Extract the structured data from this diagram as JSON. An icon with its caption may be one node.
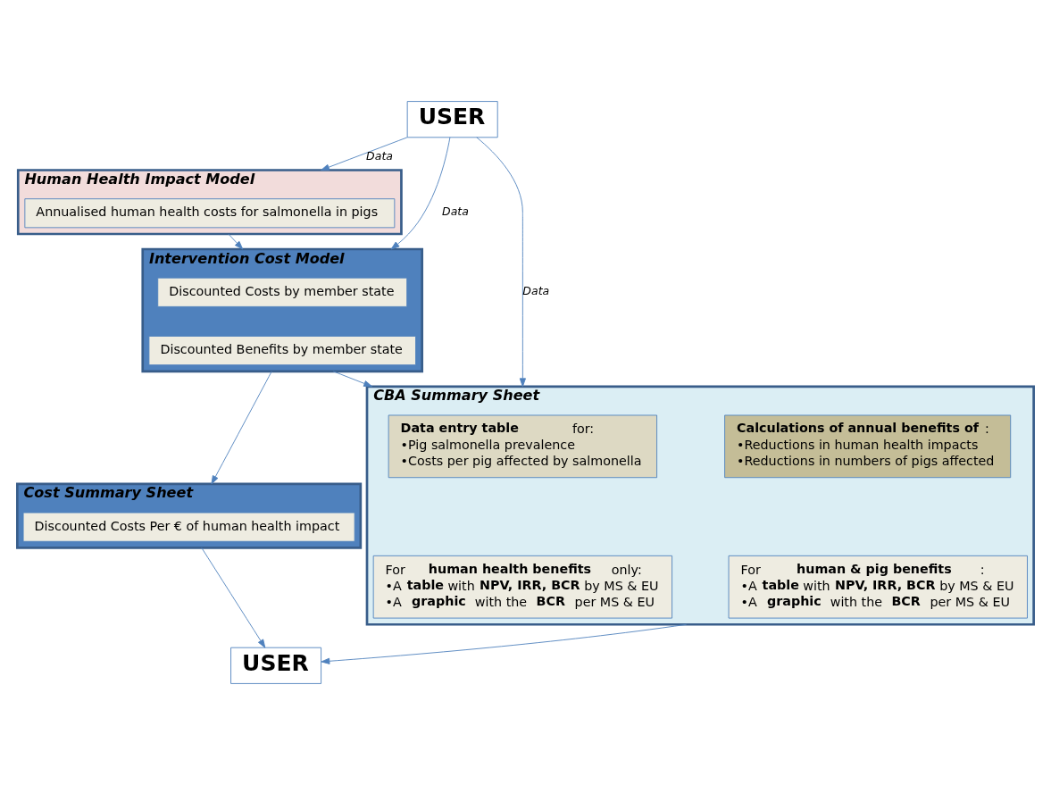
{
  "diagram": {
    "nodes": [
      {
        "text": [
          "USER"
        ]
      },
      {
        "text": [
          "Human Health Impact Model"
        ]
      },
      {
        "text": [
          "Annualised human health costs for salmonella in pigs"
        ],
        "in": 1
      },
      {
        "text": [
          "Intervention Cost Model"
        ]
      },
      {
        "text": [
          "Discounted Costs by member state"
        ],
        "in": 3
      },
      {
        "text": [
          "Discounted Benefits by member state"
        ],
        "in": 3
      },
      {
        "text": [
          "Cost Summary Sheet"
        ]
      },
      {
        "text": [
          "Discounted Costs Per € of human health impact"
        ],
        "in": 6
      },
      {
        "text": [
          "CBA Summary Sheet"
        ]
      },
      {
        "text": [
          "**Data entry table** for:",
          "•Pig salmonella prevalence",
          "•Costs per pig affected by salmonella"
        ],
        "in": 8
      },
      {
        "text": [
          "**Calculations of annual benefits of**:",
          "•Reductions in human health impacts",
          "•Reductions in numbers of pigs affected"
        ],
        "in": 8
      },
      {
        "text": [
          "For **human health benefits** only:",
          "•A **table** with **NPV, IRR, BCR** by MS & EU",
          "•A **graphic** with the **BCR** per MS & EU"
        ],
        "in": 8
      },
      {
        "text": [
          "For **human & pig benefits**:",
          "•A **table** with **NPV, IRR, BCR** by MS & EU",
          "•A **graphic** with the **BCR** per MS & EU"
        ],
        "in": 8
      },
      {
        "text": [
          "USER"
        ]
      }
    ],
    "edges": [
      {
        "from": 0,
        "to": 8,
        "arrow": "to",
        "label": "Data"
      },
      {
        "from": 0,
        "to": 1,
        "arrow": "to",
        "label": "Data"
      },
      {
        "from": 0,
        "to": 3,
        "arrow": "to",
        "label": "Data"
      },
      {
        "from": 1,
        "to": 3,
        "arrow": "to"
      },
      {
        "from": 3,
        "to": 6,
        "arrow": "to"
      },
      {
        "from": 3,
        "to": 8,
        "arrow": "to"
      },
      {
        "from": 6,
        "to": 13,
        "arrow": "to"
      },
      {
        "from": 8,
        "to": 13,
        "arrow": "to"
      }
    ]
  }
}
